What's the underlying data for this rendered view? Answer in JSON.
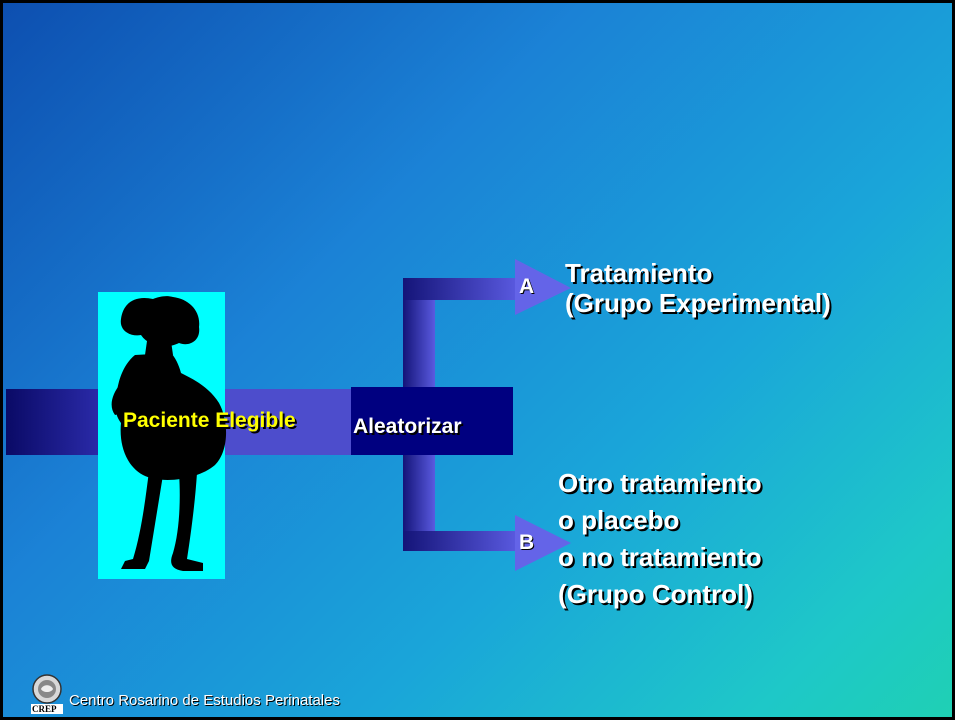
{
  "diagram": {
    "patient_label": "Paciente Elegible",
    "randomize_label": "Aleatorizar",
    "branch_a": {
      "letter": "A",
      "line1": "Tratamiento",
      "line2": "(Grupo Experimental)"
    },
    "branch_b": {
      "letter": "B",
      "line1": "Otro tratamiento",
      "line2": "o placebo",
      "line3": "o no tratamiento",
      "line4": "(Grupo Control)"
    }
  },
  "footer": {
    "logo_text": "CREP",
    "org_name": "Centro Rosarino de Estudios Perinatales"
  },
  "colors": {
    "patient_panel": "#00ffff",
    "randomize_box": "#000080",
    "label_yellow": "#ffff00",
    "arrow_head": "#6666ee"
  }
}
